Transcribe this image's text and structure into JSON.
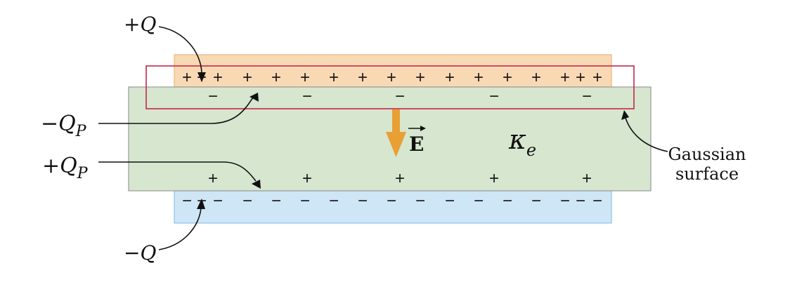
{
  "labels": {
    "plus_Q": "+Q",
    "minus_QP": "−QP",
    "plus_QP": "+QP",
    "minus_Q": "−Q",
    "e_field": "E",
    "kappa": "κe",
    "gaussian_line1": "Gaussian",
    "gaussian_line2": "surface"
  },
  "signs": {
    "top_plate": "+",
    "dielectric_top": "−",
    "dielectric_bottom": "+",
    "bottom_plate": "−"
  },
  "colors": {
    "top_plate": "#f9d9b4",
    "top_plate_stroke": "#e8b57f",
    "bottom_plate": "#cfe6f6",
    "bottom_plate_stroke": "#8cc3e6",
    "dielectric": "#d6e6cf",
    "dielectric_stroke": "#9a9a9a",
    "gaussian_surface": "#c4284b",
    "field_arrow": "#e8a034"
  }
}
